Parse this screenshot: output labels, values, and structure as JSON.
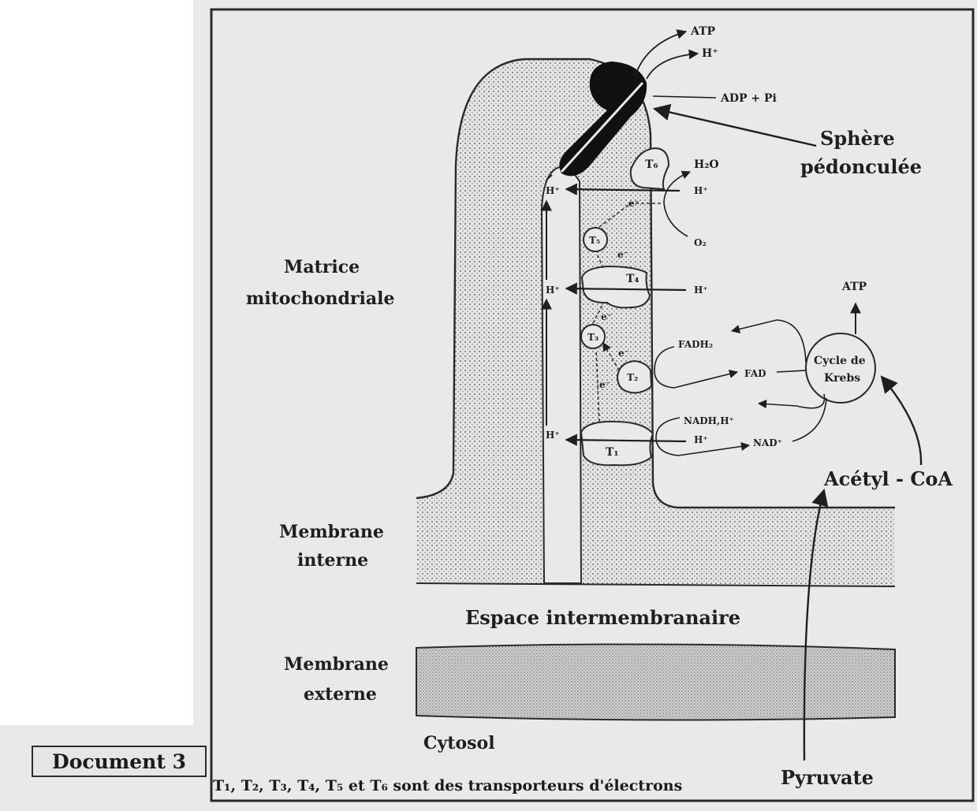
{
  "labels": {
    "atp_top": "ATP",
    "h_plus_top": "H⁺",
    "adp_pi": "ADP + Pi",
    "sphere_line1": "Sphère",
    "sphere_line2": "pédonculée",
    "t6": "T₆",
    "h2o": "H₂O",
    "h_left_1": "H⁺",
    "h_right_1": "H⁺",
    "e_1": "e⁻",
    "o2": "O₂",
    "t5": "T₅",
    "e_2": "e⁻",
    "matrice_line1": "Matrice",
    "matrice_line2": "mitochondriale",
    "t4": "T₄",
    "h_left_2": "H⁺",
    "h_right_2": "H⁺",
    "atp_right": "ATP",
    "e_3": "e⁻",
    "t3": "T₃",
    "fadh2": "FADH₂",
    "e_4": "e⁻",
    "t2": "T₂",
    "fad": "FAD",
    "krebs_line1": "Cycle de",
    "krebs_line2": "Krebs",
    "e_5": "e⁻",
    "nadh": "NADH,H⁺",
    "h_left_3": "H⁺",
    "h_right_3": "H⁺",
    "nad": "NAD⁺",
    "t1": "T₁",
    "acetyl_coa": "Acétyl - CoA",
    "membrane_interne_line1": "Membrane",
    "membrane_interne_line2": "interne",
    "espace": "Espace intermembranaire",
    "membrane_externe_line1": "Membrane",
    "membrane_externe_line2": "externe",
    "cytosol": "Cytosol",
    "pyruvate": "Pyruvate"
  },
  "caption": {
    "document": "Document 3",
    "note": "T₁, T₂, T₃, T₄, T₅ et T₆ sont des transporteurs d'électrons"
  },
  "colors": {
    "paper": "#e9e9e9",
    "ink": "#1f1f1f",
    "membrane_fill": "#d6d6d6"
  }
}
